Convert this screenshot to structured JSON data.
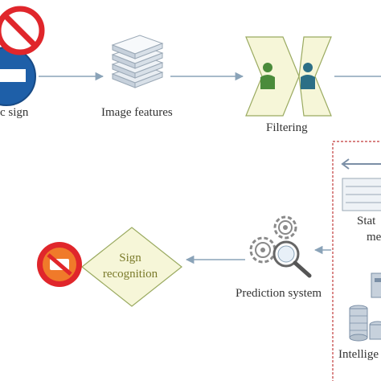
{
  "labels": {
    "traffic_sign": "c sign",
    "image_features": "Image features",
    "filtering": "Filtering",
    "sign_recognition_1": "Sign",
    "sign_recognition_2": "recognition",
    "prediction_system": "Prediction system",
    "statistical_1": "Stat",
    "statistical_2": "me",
    "intelligent": "Intellige"
  },
  "colors": {
    "arrow": "#8aa3b8",
    "diamond_fill": "#f6f6d8",
    "diamond_stroke": "#9aaa60",
    "sign_text": "#7a7a2a",
    "no_sign_red": "#e0262b",
    "no_sign_orange": "#f07a2a",
    "blue_sign": "#1e5fa8",
    "funnel_fill": "#f6f6d8",
    "funnel_stroke": "#9aaa60",
    "person_green": "#4a8b3b",
    "person_teal": "#2c6f86",
    "dashed_box": "#c23b3b"
  },
  "icons": {
    "no_entry_sign": "no-entry-sign-icon",
    "stack": "document-stack-icon",
    "persons": "person-icon",
    "gears": "gears-magnifier-icon",
    "database": "database-icon",
    "coins": "coin-stack-icon"
  }
}
